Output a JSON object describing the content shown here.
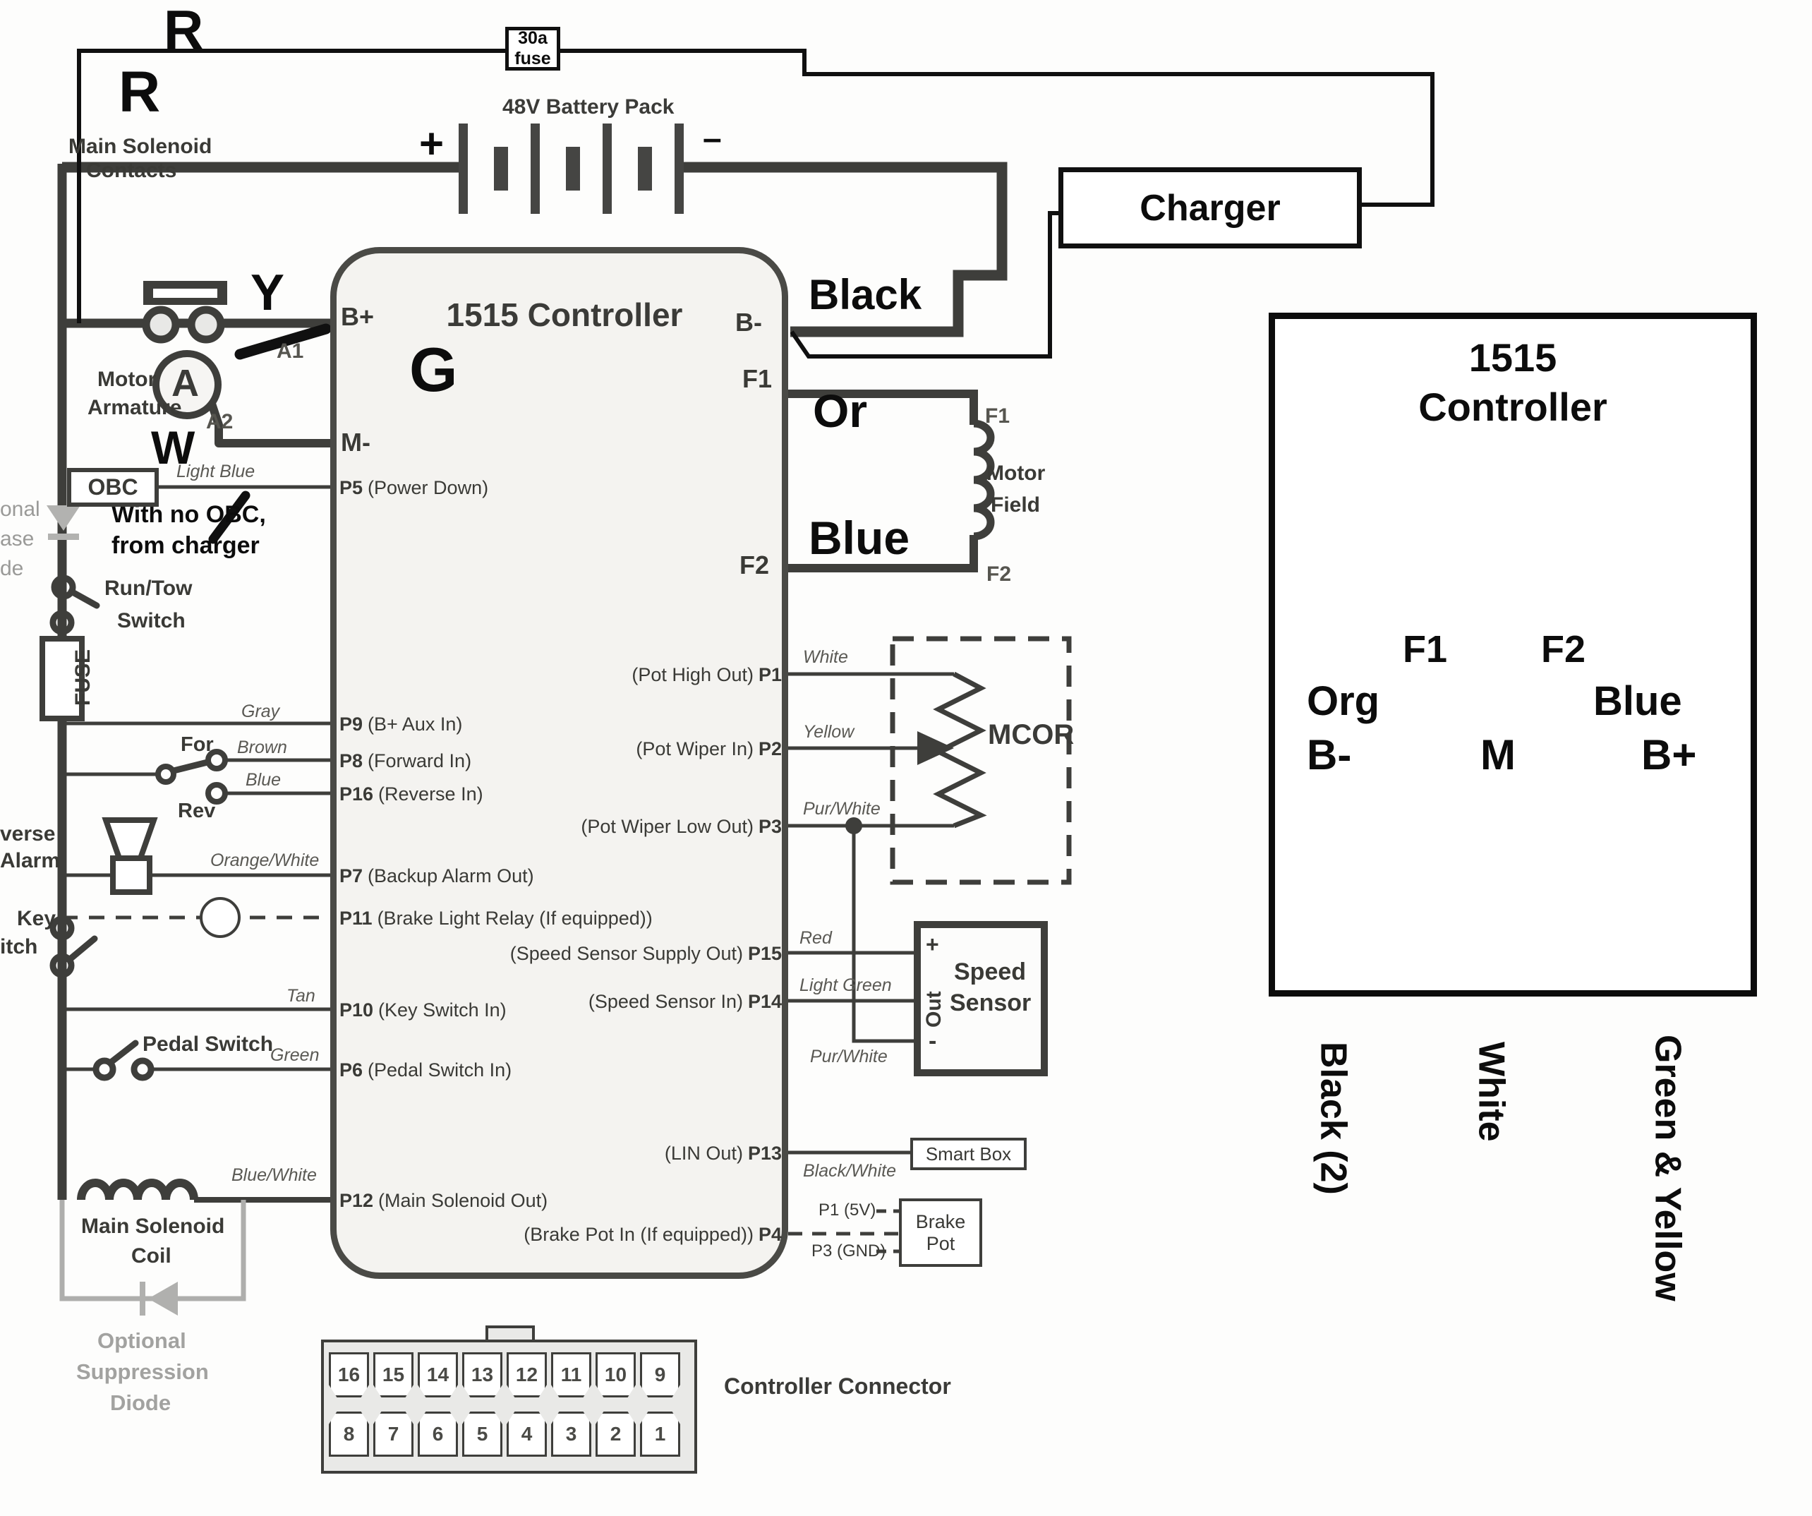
{
  "markers": {
    "r_top": "R",
    "r_left": "R",
    "y": "Y",
    "g": "G",
    "w": "W",
    "black": "Black",
    "or": "Or",
    "blue": "Blue",
    "obc_note_1": "With no OBC,",
    "obc_note_2": "from charger"
  },
  "fuse30": {
    "line1": "30a",
    "line2": "fuse"
  },
  "battery": {
    "title": "48V Battery Pack",
    "plus": "+",
    "minus": "–"
  },
  "charger": {
    "title": "Charger"
  },
  "solenoid_contacts": {
    "line1": "Main Solenoid",
    "line2": "Contacts"
  },
  "armature": {
    "a": "A",
    "line1": "Motor",
    "line2": "Armature",
    "a1": "A1",
    "a2": "A2"
  },
  "obc": {
    "label": "OBC"
  },
  "motor_field": {
    "f1": "F1",
    "f2": "F2",
    "line1": "Motor",
    "line2": "Field"
  },
  "left_side": {
    "frag1": "onal",
    "frag2": "ase",
    "frag3": "de",
    "run_tow1": "Run/Tow",
    "run_tow2": "Switch",
    "fuse": "FUSE",
    "alarm1": "verse",
    "alarm2": "Alarm",
    "key1": "Key",
    "key2": "itch",
    "for": "For",
    "rev": "Rev",
    "pedal": "Pedal Switch",
    "coil1": "Main Solenoid",
    "coil2": "Coil",
    "supp1": "Optional",
    "supp2": "Suppression",
    "supp3": "Diode"
  },
  "controller": {
    "title": "1515 Controller",
    "bplus": "B+",
    "bminus": "B-",
    "mminus": "M-",
    "f1": "F1",
    "f2": "F2",
    "left_rows": [
      {
        "pin": "P5",
        "desc": "(Power Down)"
      },
      {
        "pin": "P9",
        "desc": "(B+ Aux In)"
      },
      {
        "pin": "P8",
        "desc": "(Forward In)"
      },
      {
        "pin": "P16",
        "desc": "(Reverse In)"
      },
      {
        "pin": "P7",
        "desc": "(Backup Alarm Out)"
      },
      {
        "pin": "P11",
        "desc": "(Brake Light Relay (If equipped))"
      },
      {
        "pin": "P10",
        "desc": "(Key Switch In)"
      },
      {
        "pin": "P6",
        "desc": "(Pedal Switch In)"
      },
      {
        "pin": "P12",
        "desc": "(Main Solenoid Out)"
      }
    ],
    "right_rows": [
      {
        "desc": "(Pot High Out)",
        "pin": "P1"
      },
      {
        "desc": "(Pot Wiper In)",
        "pin": "P2"
      },
      {
        "desc": "(Pot Wiper Low Out)",
        "pin": "P3"
      },
      {
        "desc": "(Speed Sensor Supply Out)",
        "pin": "P15"
      },
      {
        "desc": "(Speed Sensor In)",
        "pin": "P14"
      },
      {
        "desc": "(LIN Out)",
        "pin": "P13"
      },
      {
        "desc": "(Brake Pot In (If equipped))",
        "pin": "P4"
      }
    ]
  },
  "wire_labels": {
    "light_blue": "Light Blue",
    "gray": "Gray",
    "brown": "Brown",
    "blue": "Blue",
    "orange_white": "Orange/White",
    "tan": "Tan",
    "green": "Green",
    "blue_white": "Blue/White",
    "white": "White",
    "yellow": "Yellow",
    "pur_white": "Pur/White",
    "red": "Red",
    "light_green": "Light Green",
    "pur_white_2": "Pur/White",
    "black_white": "Black/White"
  },
  "mcor": {
    "label": "MCOR"
  },
  "speed_sensor": {
    "plus": "+",
    "out": "Out",
    "minus": "-",
    "line1": "Speed",
    "line2": "Sensor"
  },
  "smart_box": {
    "label": "Smart Box"
  },
  "brake_pot": {
    "line1": "Brake",
    "line2": "Pot",
    "p1": "P1 (5V)",
    "p3": "P3 (GND)"
  },
  "connector": {
    "label": "Controller Connector",
    "top": [
      "16",
      "15",
      "14",
      "13",
      "12",
      "11",
      "10",
      "9"
    ],
    "bottom": [
      "8",
      "7",
      "6",
      "5",
      "4",
      "3",
      "2",
      "1"
    ]
  },
  "right_panel": {
    "title1": "1515",
    "title2": "Controller",
    "f1": "F1",
    "f2": "F2",
    "org": "Org",
    "blue": "Blue",
    "bminus": "B-",
    "m": "M",
    "bplus": "B+",
    "wire1": "Black (2)",
    "wire2": "White",
    "wire3": "Green & Yellow"
  }
}
